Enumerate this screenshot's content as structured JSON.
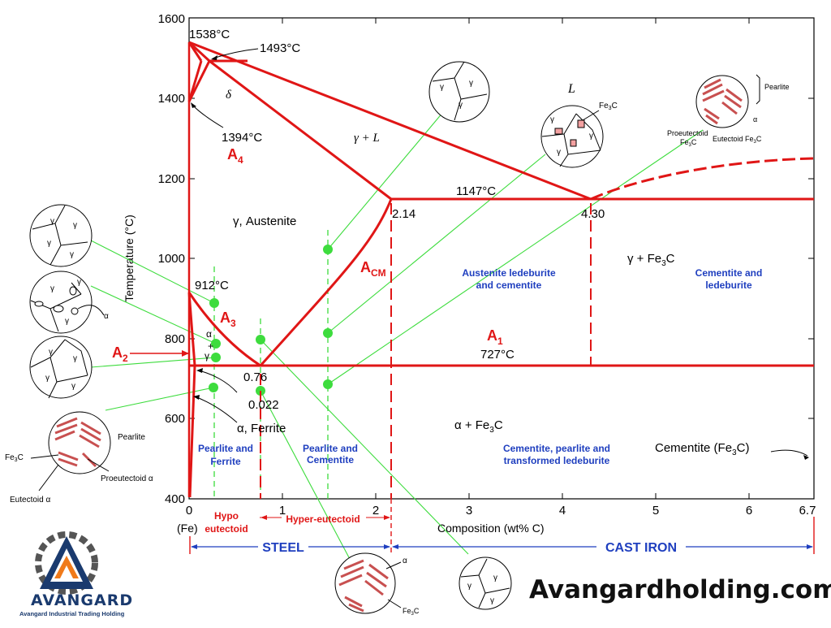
{
  "axes": {
    "ylabel": "Temperature (°C)",
    "xlabel": "Composition (wt% C)",
    "y_ticks": [
      "400",
      "600",
      "800",
      "1000",
      "1200",
      "1400",
      "1600"
    ],
    "x_ticks": [
      "0",
      "1",
      "2",
      "3",
      "4",
      "5",
      "6",
      "6.7"
    ],
    "fe_label": "(Fe)"
  },
  "points": {
    "t1538": "1538°C",
    "t1493": "1493°C",
    "t1394": "1394°C",
    "t912": "912°C",
    "t1147": "1147°C",
    "t727": "727°C",
    "c214": "2.14",
    "c430": "4.30",
    "c076": "0.76",
    "c0022": "0.022"
  },
  "phases": {
    "delta": "δ",
    "gamma_l": "γ + L",
    "austenite": "γ, Austenite",
    "gamma_fe3c": "γ + Fe",
    "gamma_fe3c_sub": "3",
    "gamma_fe3c_end": "C",
    "alpha_fe3c": "α + Fe",
    "alpha_fe3c_sub": "3",
    "alpha_fe3c_end": "C",
    "ferrite": "α, Ferrite",
    "cementite_label": "Cementite (Fe",
    "cementite_sub": "3",
    "cementite_end": "C)",
    "l": "L",
    "alpha_small": "α",
    "plus_small": "+",
    "gamma_small": "γ"
  },
  "critical": {
    "a4": "A",
    "a4_sub": "4",
    "a3": "A",
    "a3_sub": "3",
    "a2": "A",
    "a2_sub": "2",
    "a1": "A",
    "a1_sub": "1",
    "acm": "A",
    "acm_sub": "CM"
  },
  "regions": {
    "austenite_ledeburite": [
      "Austenite ledeburite",
      "and cementite"
    ],
    "cementite_ledeburite": [
      "Cementite and",
      "ledeburite"
    ],
    "pearlite_ferrite": [
      "Pearlite and",
      "Ferrite"
    ],
    "pearlite_cementite": [
      "Pearlite and",
      "Cementite"
    ],
    "cementite_pearlite": [
      "Cementite, pearlite and",
      "transformed ledeburite"
    ]
  },
  "bottom": {
    "hypo": [
      "Hypo",
      "eutectoid"
    ],
    "hyper": "Hyper-eutectoid",
    "steel": "STEEL",
    "cast_iron": "CAST IRON"
  },
  "micro": {
    "pearlite": "Pearlite",
    "fe3c": "Fe",
    "fe3c_sub": "3",
    "fe3c_end": "C",
    "proeutectoid_alpha": "Proeutectoid α",
    "eutectoid_alpha": "Eutectoid  α",
    "proeutectoid": "Proeutectoid",
    "eutectoid_fe3c": "Eutectoid Fe",
    "alpha": "α",
    "gamma": "γ"
  },
  "branding": {
    "site": "Avangardholding.com",
    "logo_name": "AVANGARD",
    "logo_sub": "Avangard Industrial Trading Holding"
  },
  "colors": {
    "phase_line": "#e01616",
    "guide_line": "#3ddc3d",
    "region_text": "#1f3fbf",
    "axis": "#000000"
  }
}
